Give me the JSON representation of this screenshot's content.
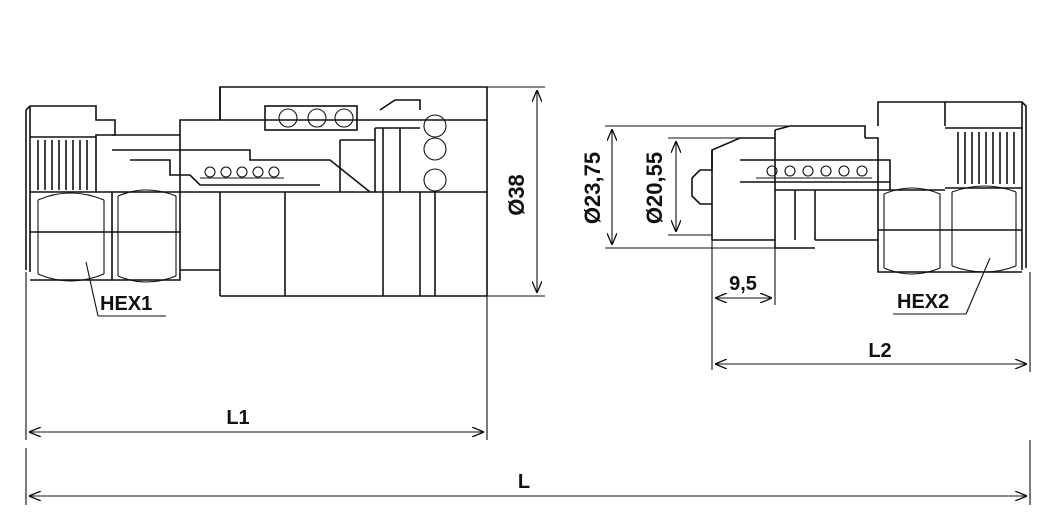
{
  "dimensions": {
    "overall_length": "L",
    "socket_length": "L1",
    "plug_length": "L2",
    "socket_hex": "HEX1",
    "plug_hex": "HEX2",
    "socket_diameter": "Ø38",
    "plug_diameter_outer": "Ø23,75",
    "plug_diameter_inner": "Ø20,55",
    "plug_nose_length": "9,5"
  },
  "colors": {
    "line": "#111111",
    "background": "#ffffff"
  }
}
